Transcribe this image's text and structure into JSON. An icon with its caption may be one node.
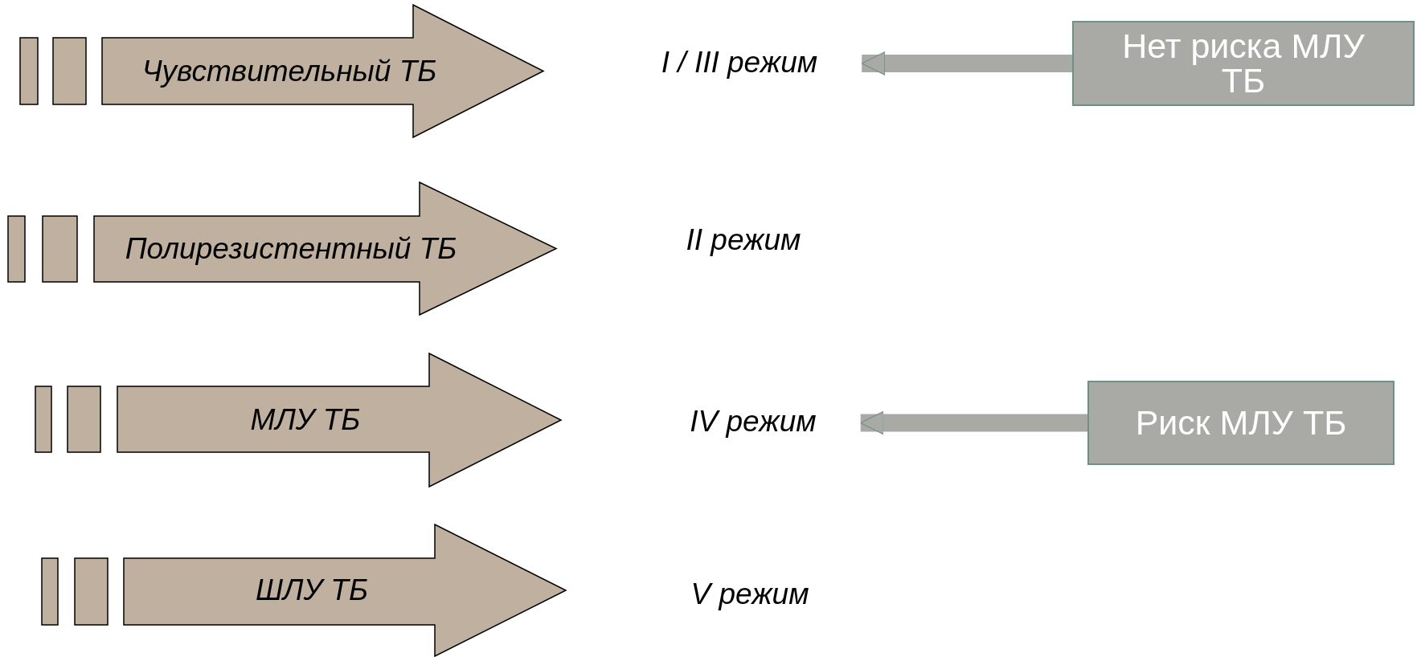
{
  "diagram": {
    "nodes": [
      {
        "text": [
          "Чувствительный ТБ"
        ]
      },
      {
        "text": [
          "I / III режим"
        ]
      },
      {
        "text": [
          "Нет риска МЛУ ТБ"
        ]
      },
      {
        "text": [
          "Полирезистентный ТБ"
        ]
      },
      {
        "text": [
          "II режим"
        ]
      },
      {
        "text": [
          "МЛУ ТБ"
        ]
      },
      {
        "text": [
          "IV режим"
        ]
      },
      {
        "text": [
          "Риск МЛУ ТБ"
        ]
      },
      {
        "text": [
          "ШЛУ ТБ"
        ]
      },
      {
        "text": [
          "V режим"
        ]
      }
    ],
    "edges": [
      {
        "from": 2,
        "to": 1,
        "arrow": "to"
      },
      {
        "from": 7,
        "to": 6,
        "arrow": "to"
      }
    ]
  }
}
